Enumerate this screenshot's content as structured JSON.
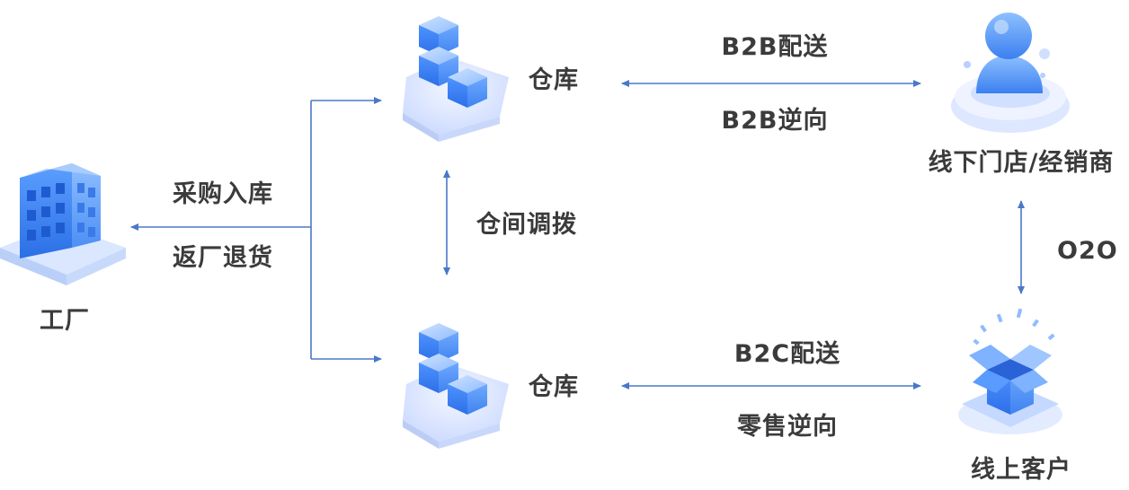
{
  "nodes": {
    "factory": "工厂",
    "warehouse_top": "仓库",
    "warehouse_bottom": "仓库",
    "offline_store": "线下门店/经销商",
    "online_customer": "线上客户"
  },
  "edges": {
    "purchase_in": "采购入库",
    "return_factory": "返厂退货",
    "transfer": "仓间调拨",
    "b2b_delivery": "B2B配送",
    "b2b_reverse": "B2B逆向",
    "b2c_delivery": "B2C配送",
    "retail_reverse": "零售逆向",
    "o2o": "O2O"
  },
  "colors": {
    "line": "#4a78c8",
    "blue_light": "#9ec5ff",
    "blue_mid": "#4a90f0",
    "blue_dark": "#2f6fe0",
    "platform": "#e6eeff"
  }
}
